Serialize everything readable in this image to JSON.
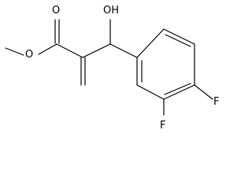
{
  "labels": {
    "hydroxyl": "OH",
    "carbonyl_oxygen": "O",
    "ester_oxygen": "O",
    "fluorine_top": "F",
    "fluorine_bottom": "F"
  }
}
